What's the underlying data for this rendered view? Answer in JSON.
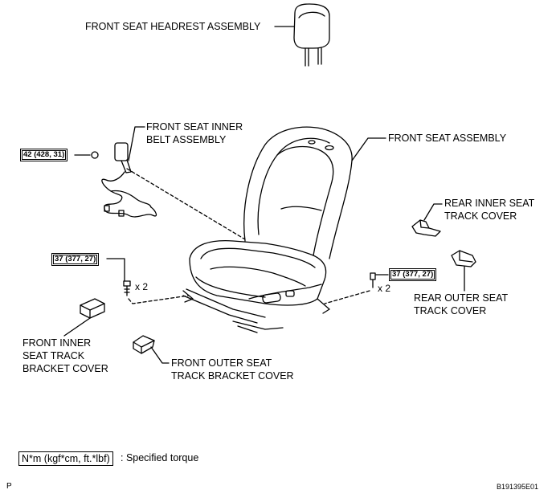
{
  "labels": {
    "headrest": "FRONT SEAT HEADREST ASSEMBLY",
    "inner_belt_line1": "FRONT SEAT INNER",
    "inner_belt_line2": "BELT ASSEMBLY",
    "seat_assembly": "FRONT SEAT ASSEMBLY",
    "rear_inner_line1": "REAR INNER SEAT",
    "rear_inner_line2": "TRACK COVER",
    "rear_outer_line1": "REAR OUTER SEAT",
    "rear_outer_line2": "TRACK COVER",
    "front_inner_line1": "FRONT INNER",
    "front_inner_line2": "SEAT TRACK",
    "front_inner_line3": "BRACKET COVER",
    "front_outer_line1": "FRONT OUTER SEAT",
    "front_outer_line2": "TRACK BRACKET COVER"
  },
  "torques": {
    "belt_nut": "42 (428, 31)",
    "left_bolt": "37 (377, 27)",
    "right_bolt": "37 (377, 27)"
  },
  "multipliers": {
    "left": "x 2",
    "right": "x 2"
  },
  "legend": {
    "units": "N*m (kgf*cm, ft.*lbf)",
    "description": ": Specified torque"
  },
  "corner": {
    "left": "P",
    "right": "B191395E01"
  }
}
